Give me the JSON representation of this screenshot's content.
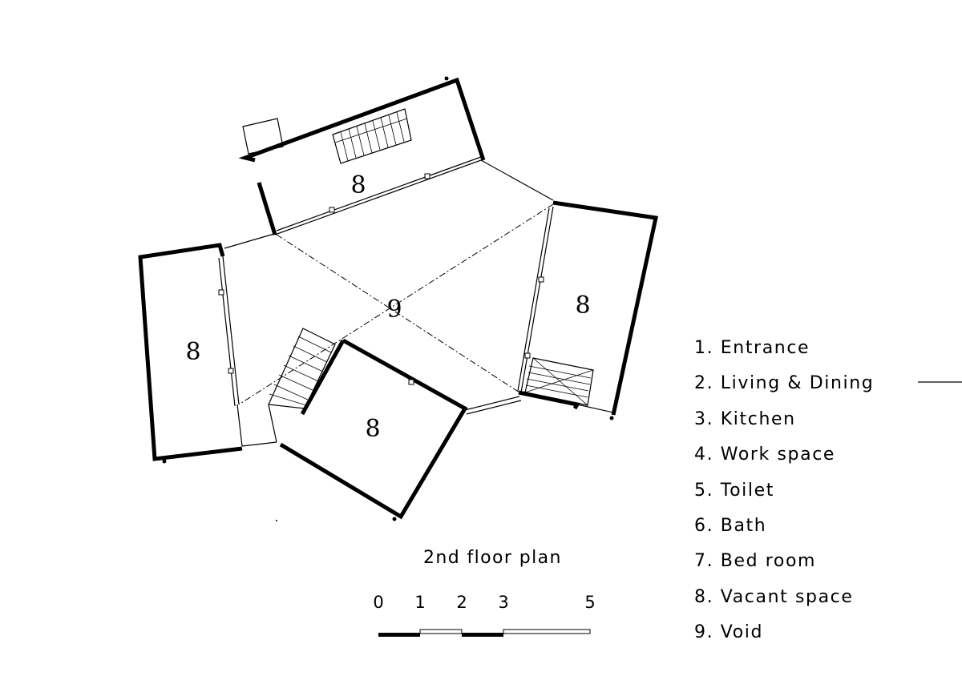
{
  "plan": {
    "title": "2nd floor plan",
    "room_labels": [
      {
        "id": "room-top",
        "text": "8"
      },
      {
        "id": "room-right",
        "text": "8"
      },
      {
        "id": "room-left",
        "text": "8"
      },
      {
        "id": "room-bottom",
        "text": "8"
      },
      {
        "id": "void-center",
        "text": "9"
      }
    ]
  },
  "legend": {
    "items": [
      "1. Entrance",
      "2. Living & Dining",
      "3. Kitchen",
      "4. Work space",
      "5. Toilet",
      "6. Bath",
      "7. Bed room",
      "8. Vacant space",
      "9. Void"
    ]
  },
  "scale_bar": {
    "labels": [
      "0",
      "1",
      "2",
      "3",
      "5"
    ]
  }
}
